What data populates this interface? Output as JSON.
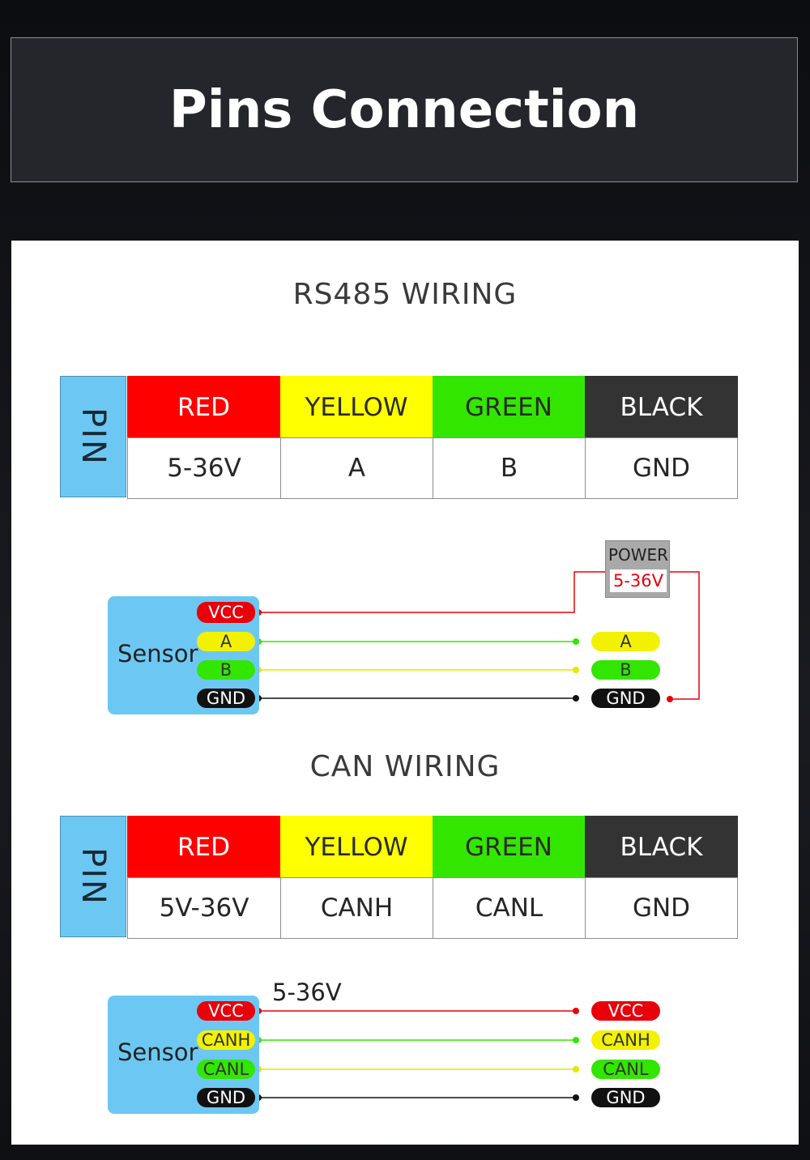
{
  "header": {
    "title": "Pins Connection"
  },
  "rs485": {
    "title": "RS485 WIRING",
    "pin_label": "PIN",
    "columns": [
      {
        "color_name": "RED",
        "value": "5-36V"
      },
      {
        "color_name": "YELLOW",
        "value": "A"
      },
      {
        "color_name": "GREEN",
        "value": "B"
      },
      {
        "color_name": "BLACK",
        "value": "GND"
      }
    ],
    "diagram": {
      "sensor_label": "Sensor",
      "sensor_pins": [
        "VCC",
        "A",
        "B",
        "GND"
      ],
      "power_label": "POWER",
      "power_voltage": "5-36V",
      "target_pins": [
        "A",
        "B",
        "GND"
      ]
    }
  },
  "can": {
    "title": "CAN WIRING",
    "pin_label": "PIN",
    "columns": [
      {
        "color_name": "RED",
        "value": "5V-36V"
      },
      {
        "color_name": "YELLOW",
        "value": "CANH"
      },
      {
        "color_name": "GREEN",
        "value": "CANL"
      },
      {
        "color_name": "BLACK",
        "value": "GND"
      }
    ],
    "diagram": {
      "sensor_label": "Sensor",
      "sensor_pins": [
        "VCC",
        "CANH",
        "CANL",
        "GND"
      ],
      "voltage_label": "5-36V",
      "target_pins": [
        "VCC",
        "CANH",
        "CANL",
        "GND"
      ]
    }
  },
  "colors": {
    "red": "#ff0000",
    "yellow": "#ffff00",
    "green": "#33e600",
    "black": "#333333",
    "pin_blue": "#6cc8f3"
  }
}
